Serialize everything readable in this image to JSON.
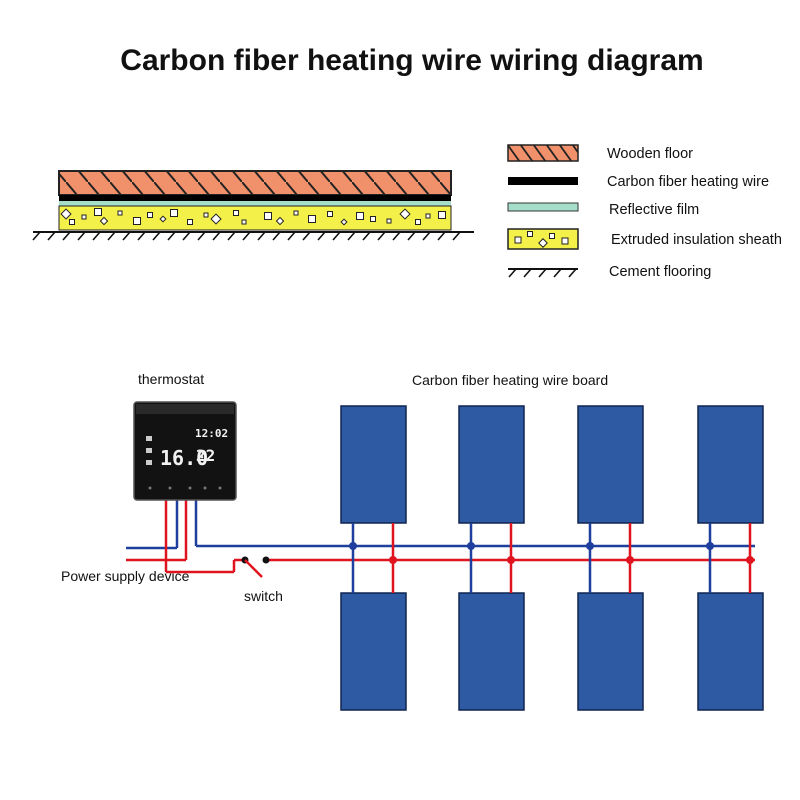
{
  "title": "Carbon fiber heating wire wiring diagram",
  "legend": [
    {
      "key": "wooden-floor",
      "label": "Wooden floor",
      "color": "#f0916b"
    },
    {
      "key": "heating-wire",
      "label": "Carbon fiber heating wire",
      "color": "#000000"
    },
    {
      "key": "reflective-film",
      "label": "Reflective film",
      "color": "#a6dfc9"
    },
    {
      "key": "insulation",
      "label": "Extruded insulation sheath",
      "color": "#f4f04a"
    },
    {
      "key": "cement",
      "label": "Cement flooring",
      "color": "#000000"
    }
  ],
  "wiring": {
    "thermostat_label": "thermostat",
    "board_label": "Carbon fiber heating wire board",
    "power_label": "Power supply device",
    "switch_label": "switch",
    "thermostat_display": {
      "time": "12:02",
      "current_temp": "16.0",
      "set_temp": "22"
    },
    "colors": {
      "live_wire": "#e0141e",
      "neutral_wire": "#1f3f9e",
      "panel_fill": "#2d5aa2",
      "panel_border": "#0f2550"
    }
  }
}
